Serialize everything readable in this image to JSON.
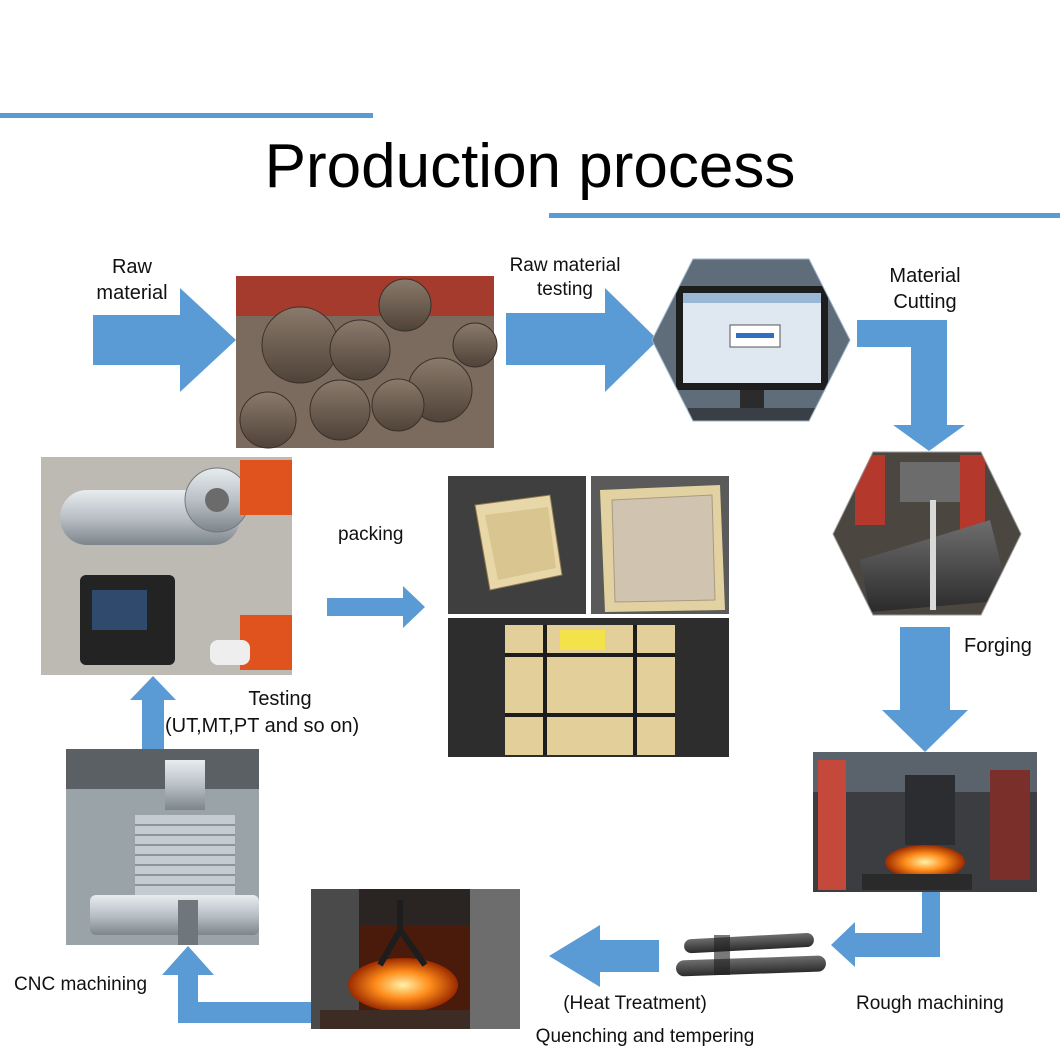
{
  "title": "Production process",
  "steps": {
    "raw_material": "Raw\nmaterial",
    "raw_material_testing": "Raw material\ntesting",
    "material_cutting": "Material\nCutting",
    "forging": "Forging",
    "rough_machining": "Rough machining",
    "heat_treatment_1": "(Heat Treatment)",
    "heat_treatment_2": "Quenching and tempering",
    "cnc_machining": "CNC machining",
    "testing_1": "Testing",
    "testing_2": "(UT,MT,PT and so on)",
    "packing": "packing"
  },
  "colors": {
    "arrow": "#5b9bd5",
    "rule": "#5b9bd5",
    "steel": "#6a5a4e",
    "hot_metal": "#ff7a1a"
  }
}
